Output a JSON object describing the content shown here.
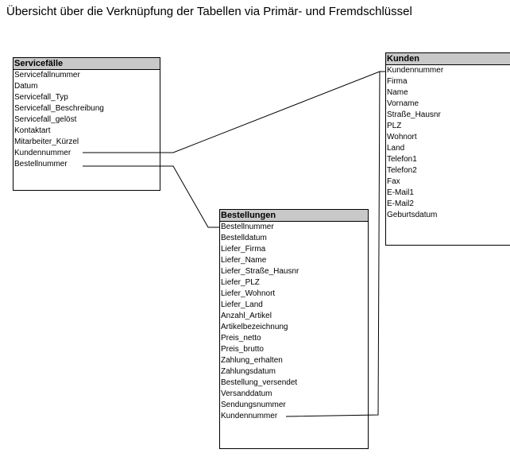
{
  "title": "Übersicht über die Verknüpfung der Tabellen via Primär- und Fremdschlüssel",
  "tables": {
    "servicefaelle": {
      "name": "Servicefälle",
      "fields": [
        "Servicefallnummer",
        "Datum",
        "Servicefall_Typ",
        "Servicefall_Beschreibung",
        "Servicefall_gelöst",
        "Kontaktart",
        "Mitarbeiter_Kürzel",
        "Kundennummer",
        "Bestellnummer"
      ]
    },
    "kunden": {
      "name": "Kunden",
      "fields": [
        "Kundennummer",
        "Firma",
        "Name",
        "Vorname",
        "Straße_Hausnr",
        "PLZ",
        "Wohnort",
        "Land",
        "Telefon1",
        "Telefon2",
        "Fax",
        "E-Mail1",
        "E-Mail2",
        "Geburtsdatum"
      ]
    },
    "bestellungen": {
      "name": "Bestellungen",
      "fields": [
        "Bestellnummer",
        "Bestelldatum",
        "Liefer_Firma",
        "Liefer_Name",
        "Liefer_Straße_Hausnr",
        "Liefer_PLZ",
        "Liefer_Wohnort",
        "Liefer_Land",
        "Anzahl_Artikel",
        "Artikelbezeichnung",
        "Preis_netto",
        "Preis_brutto",
        "Zahlung_erhalten",
        "Zahlungsdatum",
        "Bestellung_versendet",
        "Versanddatum",
        "Sendungsnummer",
        "Kundennummer"
      ]
    }
  }
}
